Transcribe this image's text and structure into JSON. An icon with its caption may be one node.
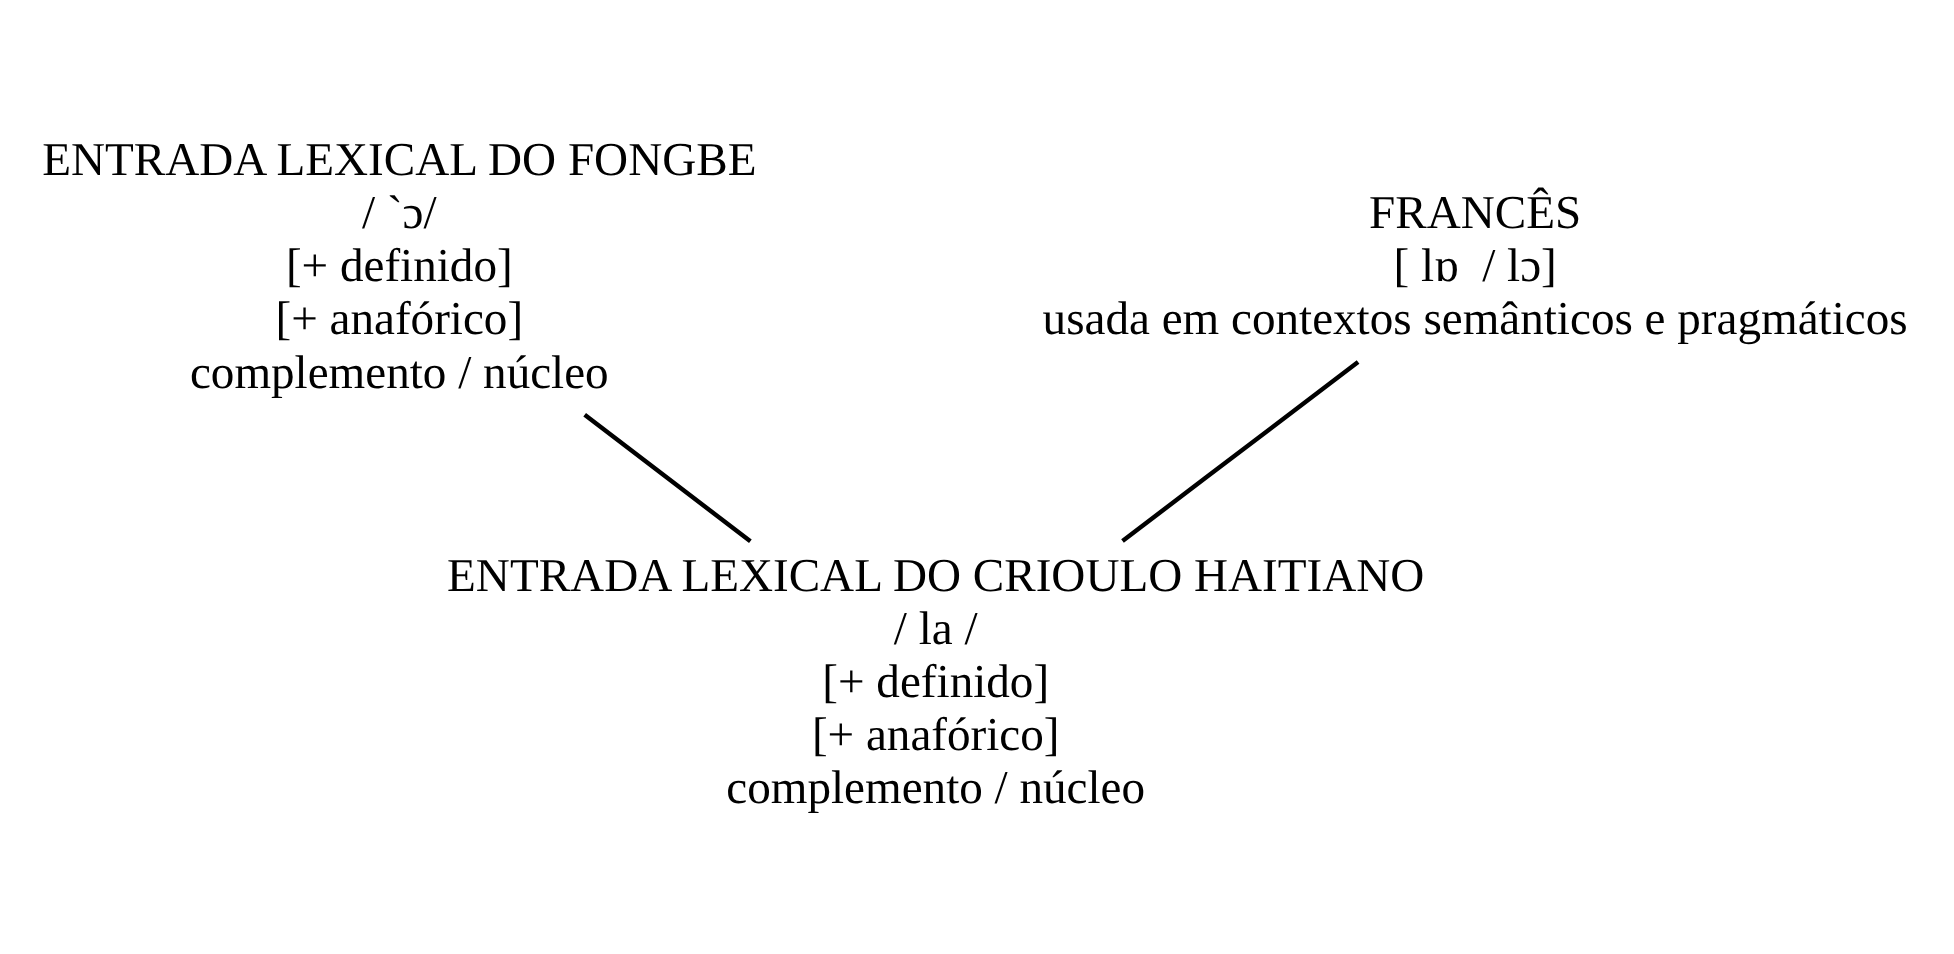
{
  "diagram": {
    "nodes": [
      {
        "text": [
          "ENTRADA LEXICAL DO FONGBE",
          "/ `ɔ/",
          "[+ definido]",
          "[+ anafórico]",
          "complemento / núcleo"
        ]
      },
      {
        "text": [
          "FRANCÊS",
          "[ lɒ  / lɔ]",
          "usada em contextos semânticos e pragmáticos"
        ]
      },
      {
        "text": [
          "ENTRADA LEXICAL DO CRIOULO HAITIANO",
          "/ la /",
          "[+ definido]",
          "[+ anafórico]",
          "complemento / núcleo"
        ]
      }
    ],
    "edges": [
      {
        "from": 0,
        "to": 2,
        "arrow": "none"
      },
      {
        "from": 1,
        "to": 2,
        "arrow": "none"
      }
    ]
  }
}
